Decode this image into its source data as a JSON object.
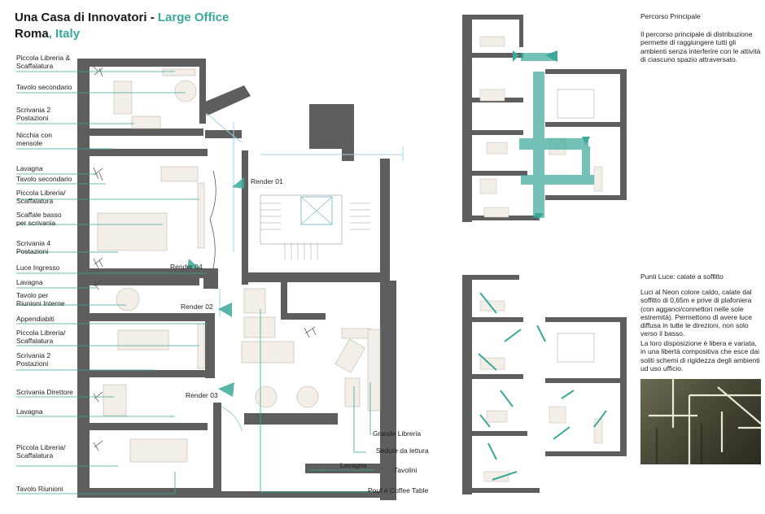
{
  "title": {
    "line1_main": "Una Casa di Innovatori - ",
    "line1_accent": "Large Office",
    "line2_main": "Roma",
    "line2_accent": ", Italy"
  },
  "left_labels": [
    "Piccola Libreria &\nScaffalatura",
    "Tavolo secondario",
    "Scrivania 2\nPostazioni",
    "Nicchia con\nmensole",
    "Lavagna",
    "Tavolo secondario",
    "Piccola Libreria/\nScaffalatura",
    "Scaffale basso\nper scrivania",
    "Scrivania 4\nPostazioni",
    "Luce Ingresso",
    "Lavagna",
    "Tavolo per\nRiunioni Interne",
    "Appendiabiti",
    "Piccola Libreria/\nScaffalatura",
    "Scrivania 2\nPostazioni",
    "Scrivania Direttore",
    "Lavagna",
    "Piccola Libreria/\nScaffalatura",
    "Tavolo Riunioni"
  ],
  "right_labels": [
    "Grande Libreria",
    "Sedute da lettura",
    "Lavagna",
    "Tavolini",
    "Pouf e Coffee Table"
  ],
  "renders": [
    "Render 01",
    "Render 04",
    "Render 02",
    "Render 03"
  ],
  "percorso": {
    "title": "Percorso Principale",
    "text": "Il percorso principale di distribuzione permette di raggiungere tutti gli ambienti senza interferire con le attività di ciascuno spazio attraversato."
  },
  "luci": {
    "title": "Punti Luce: calate a soffitto",
    "text1": "Luci al Neon colore caldo, calate dal soffitto di 0,65m e prive di plafoniera (con agganci/connettori nelle sole estremità). Permettono di avere luce diffusa in tutte le direzioni, non solo verso il basso.",
    "text2": "La loro disposizione è libera e variata, in una libertà compositiva che esce dai soliti schemi di rigidezza degli ambienti ud uso ufficio."
  },
  "colors": {
    "accent": "#3aa89a",
    "wall": "#5e5e5e",
    "furniture": "#f3efe8",
    "leader": "#3aa89a"
  }
}
